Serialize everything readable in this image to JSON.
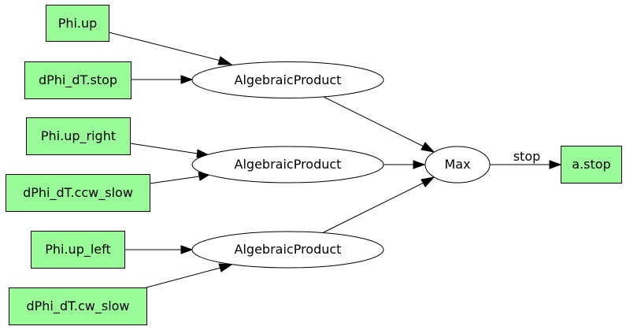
{
  "diagram": {
    "colors": {
      "input_node_fill": "#98fb98",
      "operator_node_fill": "#ffffff",
      "stroke": "#000000"
    },
    "nodes": {
      "phi_up": "Phi.up",
      "dphi_dt_stop": "dPhi_dT.stop",
      "phi_up_right": "Phi.up_right",
      "dphi_dt_ccw_slow": "dPhi_dT.ccw_slow",
      "phi_up_left": "Phi.up_left",
      "dphi_dt_cw_slow": "dPhi_dT.cw_slow",
      "product_1": "AlgebraicProduct",
      "product_2": "AlgebraicProduct",
      "product_3": "AlgebraicProduct",
      "max": "Max",
      "a_stop": "a.stop"
    },
    "edges": [
      {
        "from": "Phi.up",
        "to": "AlgebraicProduct"
      },
      {
        "from": "dPhi_dT.stop",
        "to": "AlgebraicProduct"
      },
      {
        "from": "Phi.up_right",
        "to": "AlgebraicProduct"
      },
      {
        "from": "dPhi_dT.ccw_slow",
        "to": "AlgebraicProduct"
      },
      {
        "from": "Phi.up_left",
        "to": "AlgebraicProduct"
      },
      {
        "from": "dPhi_dT.cw_slow",
        "to": "AlgebraicProduct"
      },
      {
        "from": "AlgebraicProduct",
        "to": "Max"
      },
      {
        "from": "AlgebraicProduct",
        "to": "Max"
      },
      {
        "from": "AlgebraicProduct",
        "to": "Max"
      },
      {
        "from": "Max",
        "to": "a.stop",
        "label": "stop"
      }
    ],
    "edge_labels": {
      "max_to_a_stop": "stop"
    }
  }
}
